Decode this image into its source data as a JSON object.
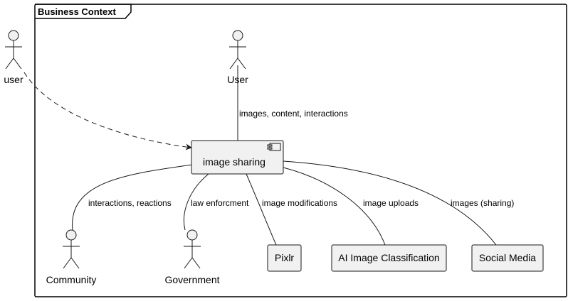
{
  "frame": {
    "title": "Business Context"
  },
  "actors": {
    "outer_user": "user",
    "user": "User",
    "community": "Community",
    "government": "Government"
  },
  "components": {
    "image_sharing": "image sharing",
    "pixlr": "Pixlr",
    "ai_classification": "AI Image Classification",
    "social_media": "Social Media"
  },
  "edges": {
    "user_to_sharing": "images, content, interactions",
    "community": "interactions, reactions",
    "government": "law enforcment",
    "pixlr": "image modifications",
    "ai_classification": "image uploads",
    "social_media": "images (sharing)"
  },
  "colors": {
    "node_fill": "#f1f1f1",
    "stroke": "#181818",
    "frame_stroke": "#000000"
  }
}
